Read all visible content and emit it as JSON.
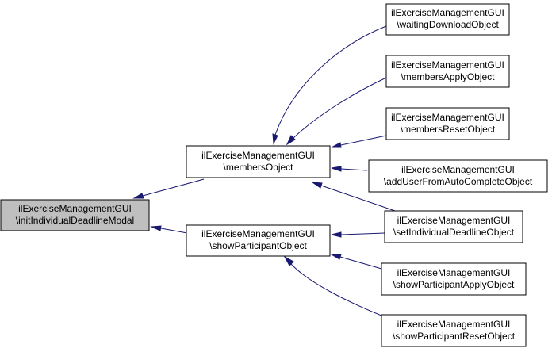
{
  "colors": {
    "edge": "#191970",
    "highlight_fill": "#bfbfbf",
    "node_fill": "#ffffff",
    "node_border": "#000000"
  },
  "nodes": {
    "init_deadline_modal": {
      "line1": "ilExerciseManagementGUI",
      "line2": "\\initIndividualDeadlineModal"
    },
    "members_object": {
      "line1": "ilExerciseManagementGUI",
      "line2": "\\membersObject"
    },
    "show_participant_object": {
      "line1": "ilExerciseManagementGUI",
      "line2": "\\showParticipantObject"
    },
    "waiting_download_object": {
      "line1": "ilExerciseManagementGUI",
      "line2": "\\waitingDownloadObject"
    },
    "members_apply_object": {
      "line1": "ilExerciseManagementGUI",
      "line2": "\\membersApplyObject"
    },
    "members_reset_object": {
      "line1": "ilExerciseManagementGUI",
      "line2": "\\membersResetObject"
    },
    "add_user_autocomplete_object": {
      "line1": "ilExerciseManagementGUI",
      "line2": "\\addUserFromAutoCompleteObject"
    },
    "set_individual_deadline_object": {
      "line1": "ilExerciseManagementGUI",
      "line2": "\\setIndividualDeadlineObject"
    },
    "show_participant_apply_object": {
      "line1": "ilExerciseManagementGUI",
      "line2": "\\showParticipantApplyObject"
    },
    "show_participant_reset_object": {
      "line1": "ilExerciseManagementGUI",
      "line2": "\\showParticipantResetObject"
    }
  }
}
